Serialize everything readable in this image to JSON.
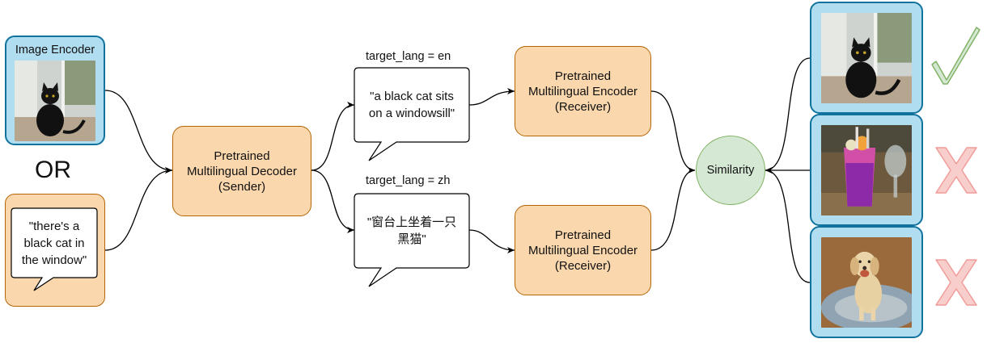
{
  "image_encoder": {
    "label": "Image Encoder"
  },
  "or_label": "OR",
  "text_input": {
    "quote": "\"there's a\nblack cat in\nthe window\""
  },
  "sender": {
    "label": "Pretrained\nMultilingual Decoder\n(Sender)"
  },
  "branch_en": {
    "target_label": "target_lang = en",
    "message": "\"a black cat sits\non a windowsill\"",
    "receiver": "Pretrained\nMultilingual Encoder\n(Receiver)"
  },
  "branch_zh": {
    "target_label": "target_lang = zh",
    "message": "\"窗台上坐着一只\n黑猫\"",
    "receiver": "Pretrained\nMultilingual Encoder\n(Receiver)"
  },
  "similarity": {
    "label": "Similarity"
  },
  "candidates": [
    {
      "image": "black-cat-photo",
      "result": "check-mark-icon"
    },
    {
      "image": "pink-drink-photo",
      "result": "cross-mark-icon"
    },
    {
      "image": "dog-photo",
      "result": "cross-mark-icon"
    }
  ],
  "colors": {
    "encoder_fill": "#b1ddf0",
    "encoder_stroke": "#10739e",
    "model_fill": "#fad7ac",
    "model_stroke": "#b46504",
    "similarity_fill": "#d5e8d4",
    "similarity_stroke": "#82b366",
    "check": "#97d077",
    "cross": "#f19c99"
  }
}
